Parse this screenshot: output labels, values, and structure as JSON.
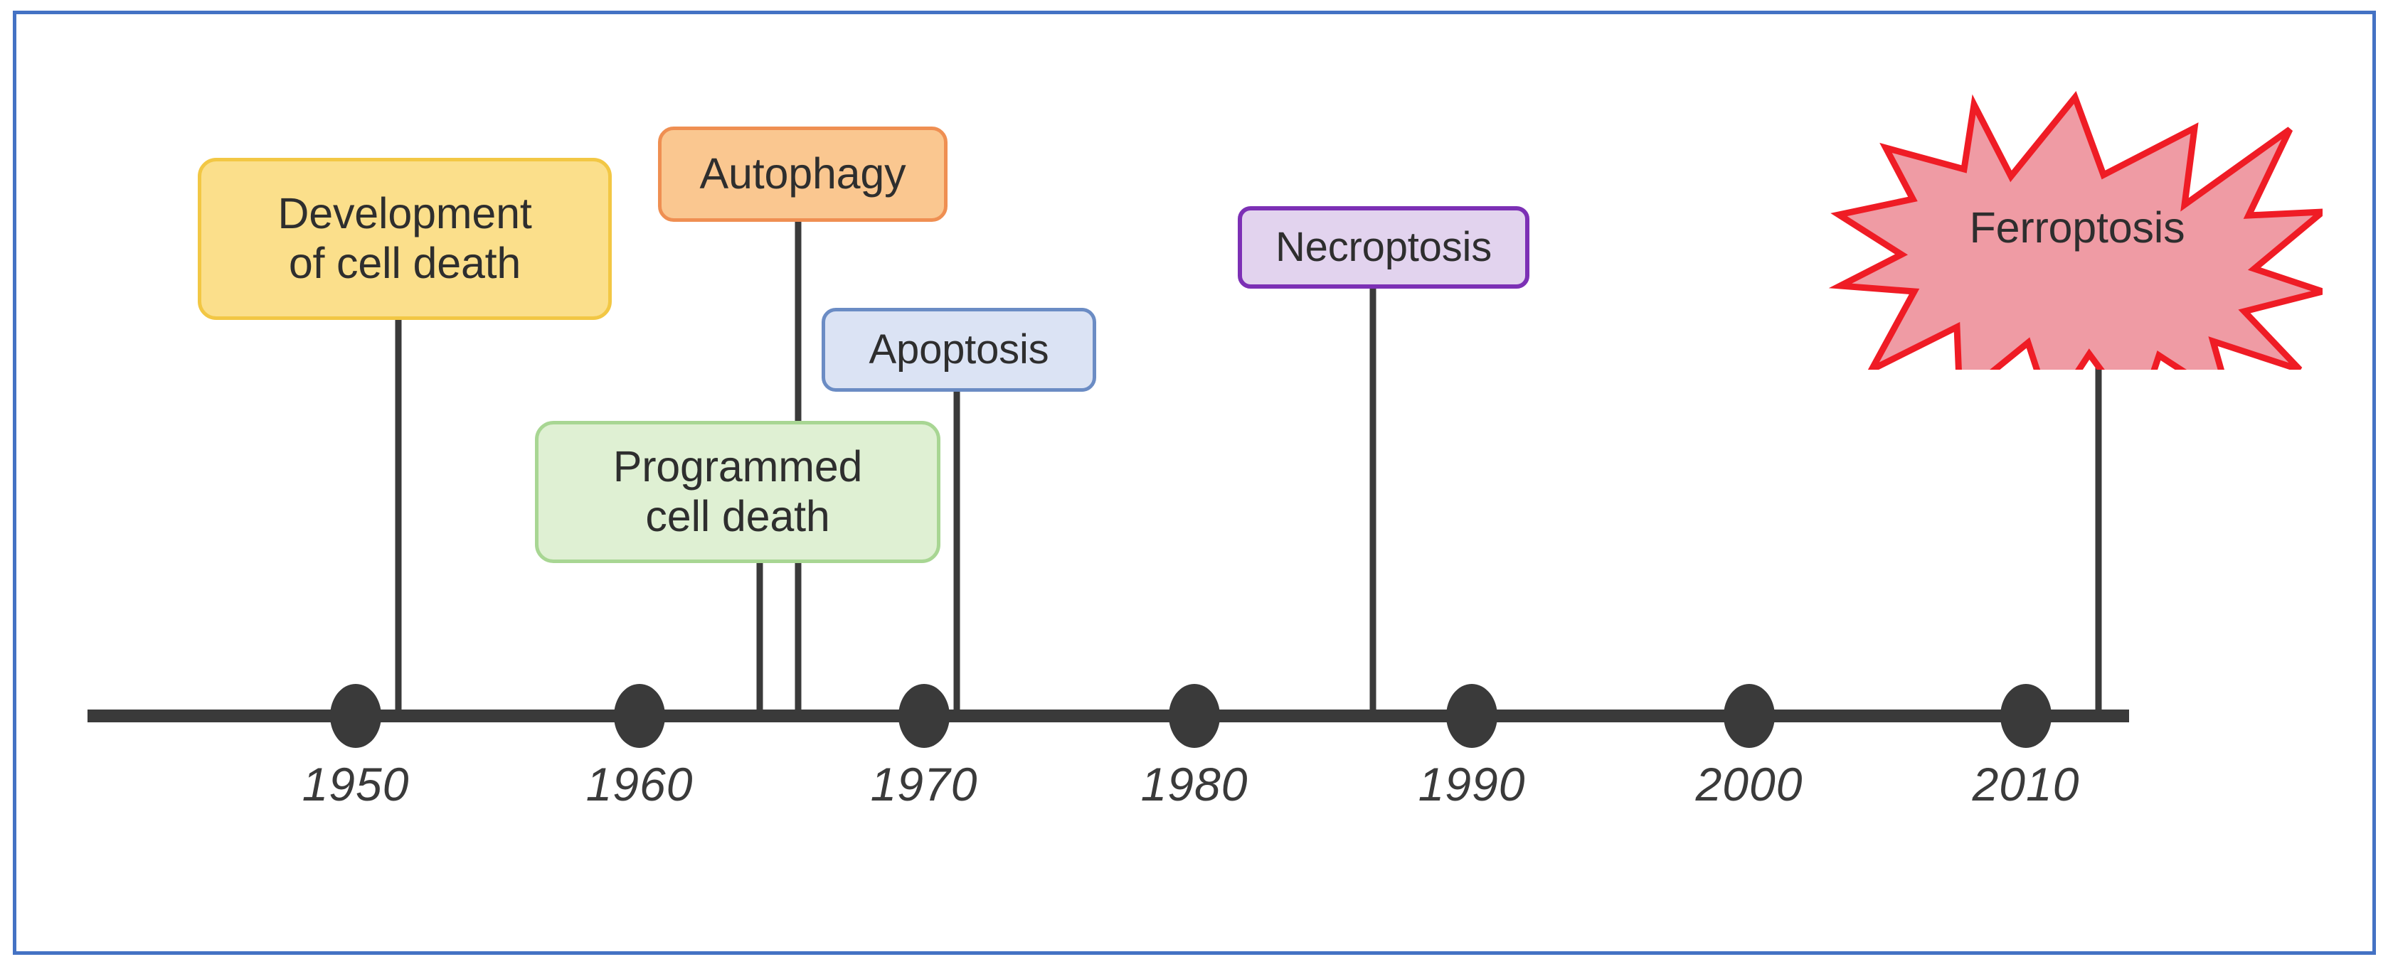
{
  "figure": {
    "kind": "timeline",
    "border_color": "#4472c4",
    "background": "#ffffff",
    "axis_color": "#3a3a3a"
  },
  "chart_data": {
    "type": "timeline",
    "title": "",
    "xlabel": "",
    "ylabel": "",
    "axis": {
      "orientation": "horizontal",
      "start_year": 1950,
      "end_year": 2010,
      "tick_step": 10,
      "grid": false
    },
    "tick_labels": [
      "1950",
      "1960",
      "1970",
      "1980",
      "1990",
      "2000",
      "2010"
    ],
    "tick_years": [
      1950,
      1960,
      1970,
      1980,
      1990,
      2000,
      2010
    ],
    "events": [
      {
        "label": "Development\nof cell death",
        "year": 1951,
        "shape": "rounded-rect",
        "fill": "#fbdf8b",
        "stroke": "#f2c744"
      },
      {
        "label": "Programmed\ncell death",
        "year": 1964,
        "shape": "rounded-rect",
        "fill": "#dff0d3",
        "stroke": "#a8d693"
      },
      {
        "label": "Autophagy",
        "year": 1966,
        "shape": "rounded-rect",
        "fill": "#fac790",
        "stroke": "#ef8f52"
      },
      {
        "label": "Apoptosis",
        "year": 1972,
        "shape": "rounded-rect",
        "fill": "#dbe3f4",
        "stroke": "#6b8cc4"
      },
      {
        "label": "Necroptosis",
        "year": 1988,
        "shape": "rounded-rect",
        "fill": "#e2d3ee",
        "stroke": "#7c30b5"
      },
      {
        "label": "Ferroptosis",
        "year": 2012,
        "shape": "starburst",
        "fill": "#ef9ba4",
        "stroke": "#ef1c25"
      }
    ]
  },
  "boxes": {
    "development": {
      "line1": "Development",
      "line2": "of cell death"
    },
    "autophagy": {
      "label": "Autophagy"
    },
    "apoptosis": {
      "label": "Apoptosis"
    },
    "programmed": {
      "line1": "Programmed",
      "line2": "cell death"
    },
    "necroptosis": {
      "label": "Necroptosis"
    },
    "ferroptosis": {
      "label": "Ferroptosis"
    }
  },
  "years": {
    "y1950": "1950",
    "y1960": "1960",
    "y1970": "1970",
    "y1980": "1980",
    "y1990": "1990",
    "y2000": "2000",
    "y2010": "2010"
  }
}
